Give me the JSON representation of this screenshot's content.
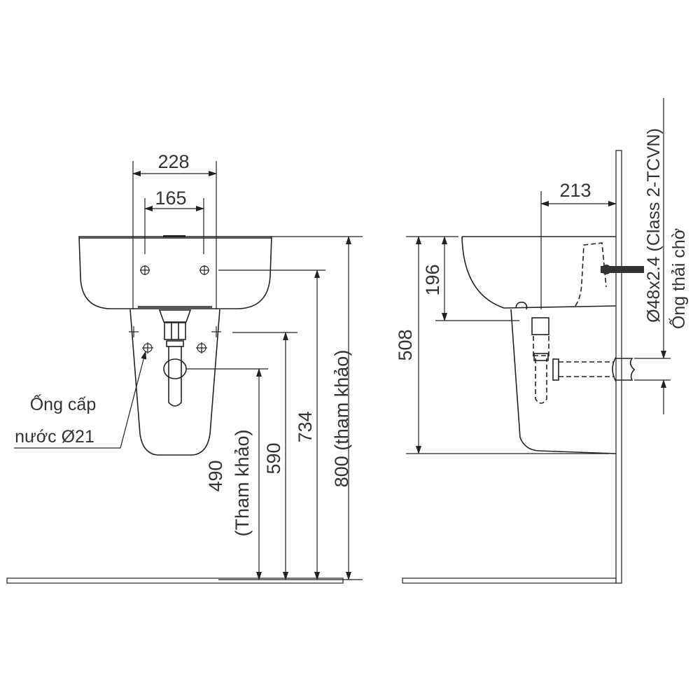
{
  "front_view": {
    "dim_width_outer": "228",
    "dim_width_inner": "165",
    "dim_800": "800 (tham khảo)",
    "dim_734": "734",
    "dim_590": "590",
    "dim_490": "490",
    "dim_490_note": "(Tham khảo)",
    "supply_label_line1": "Ống cấp",
    "supply_label_line2": "nước Ø21"
  },
  "side_view": {
    "dim_213": "213",
    "dim_508": "508",
    "dim_196": "196",
    "pipe_spec": "Ø48x2.4 (Class 2-TCVN)",
    "pipe_label": "Ống thải chờ"
  },
  "colors": {
    "line": "#222222",
    "text": "#333333"
  }
}
